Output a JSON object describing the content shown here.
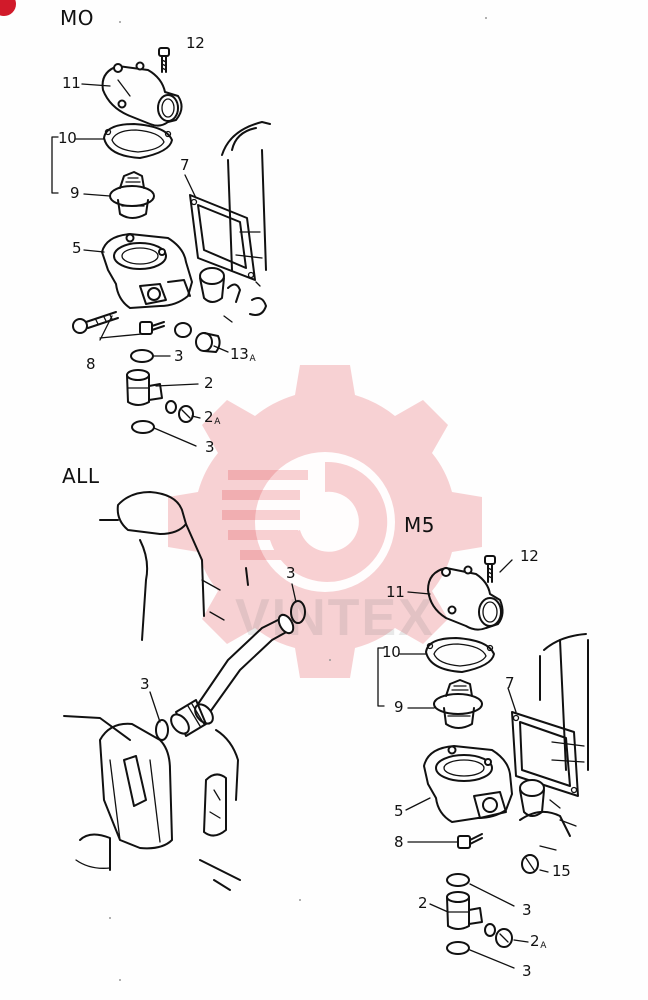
{
  "sections": {
    "mo": "MO",
    "all": "ALL",
    "m5": "M5"
  },
  "labels": {
    "mo": {
      "p12": "12",
      "p11": "11",
      "p10": "10",
      "p9": "9",
      "p7": "7",
      "p5": "5",
      "p8": "8",
      "p3a": "3",
      "p13": "13",
      "p13_sub": "A",
      "p2": "2",
      "p2a": "2",
      "p2a_sub": "A",
      "p3b": "3"
    },
    "all": {
      "p3a": "3",
      "p3b": "3"
    },
    "m5": {
      "p12": "12",
      "p11": "11",
      "p10": "10",
      "p9": "9",
      "p7": "7",
      "p5": "5",
      "p8": "8",
      "p15": "15",
      "p3a": "3",
      "p2": "2",
      "p2a": "2",
      "p2a_sub": "A",
      "p3b": "3"
    }
  },
  "watermark": {
    "text": "VINTEX",
    "color": "#e0343c"
  }
}
